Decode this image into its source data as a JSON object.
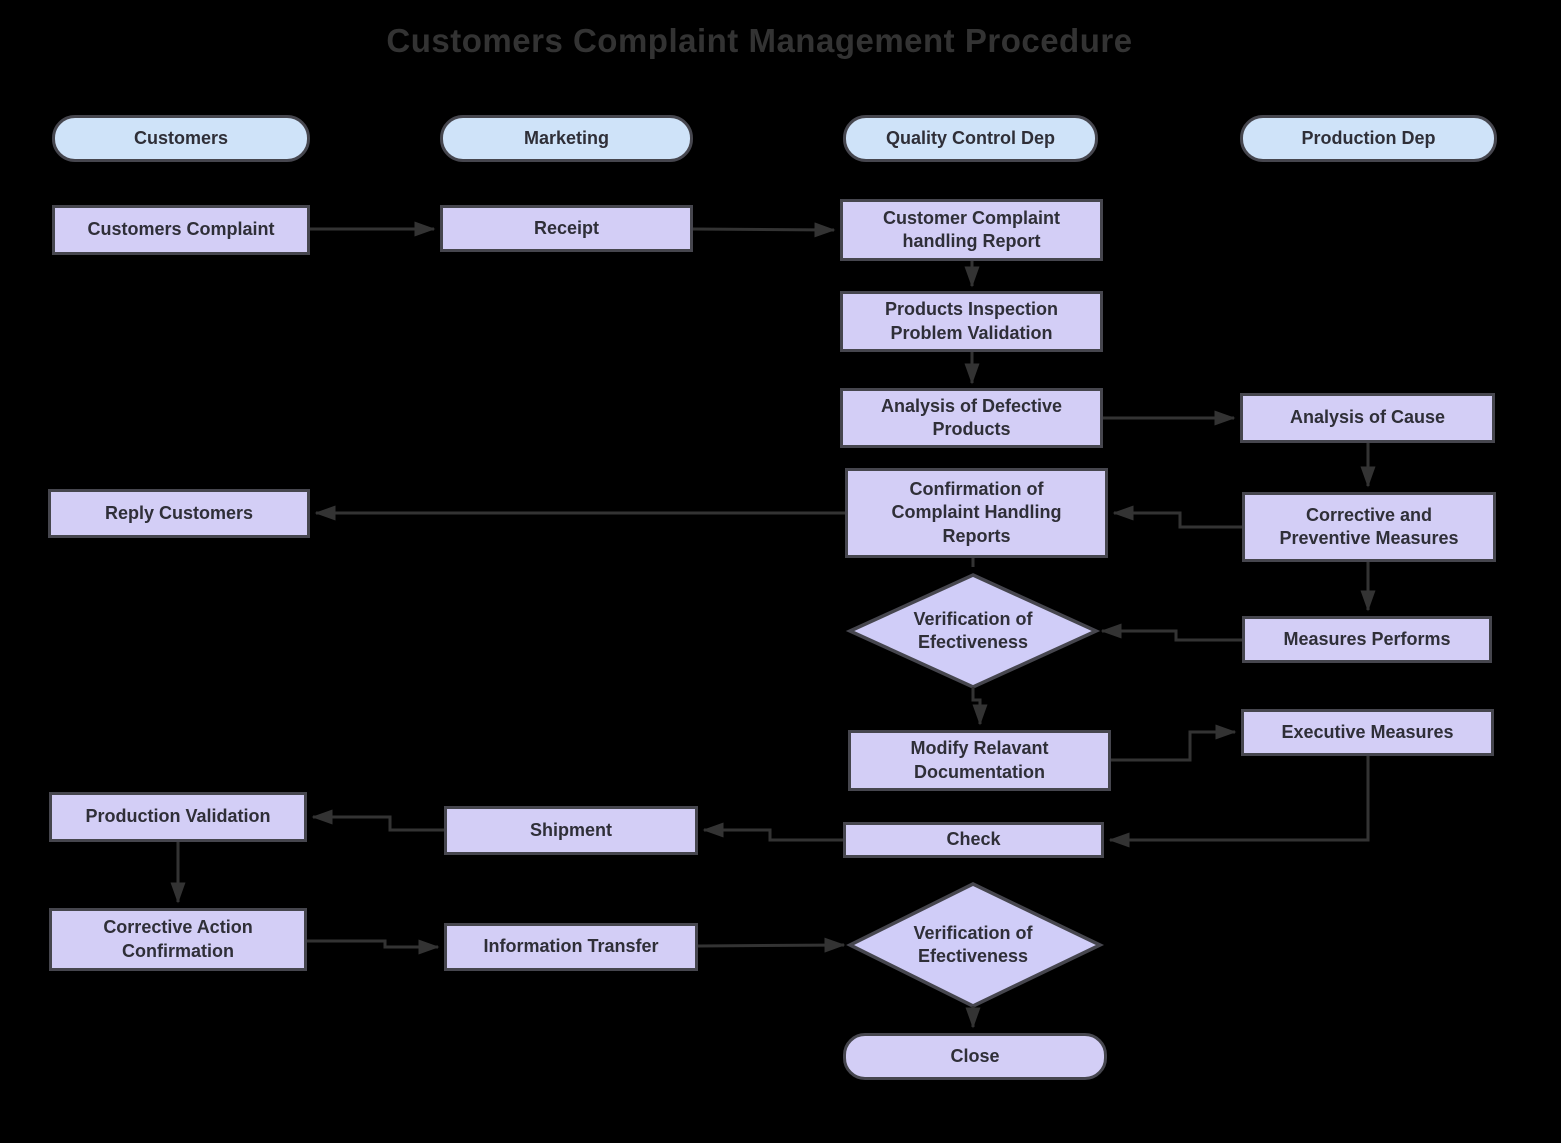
{
  "title": "Customers Complaint Management Procedure",
  "lanes": [
    {
      "label": "Customers"
    },
    {
      "label": "Marketing"
    },
    {
      "label": "Quality Control Dep"
    },
    {
      "label": "Production Dep"
    }
  ],
  "nodes": {
    "customers_complaint": {
      "label": "Customers Complaint",
      "type": "process"
    },
    "receipt": {
      "label": "Receipt",
      "type": "process"
    },
    "handling_report": {
      "label": "Customer Complaint handling Report",
      "type": "process"
    },
    "products_inspection": {
      "label": "Products Inspection Problem Validation",
      "type": "process"
    },
    "analysis_defective": {
      "label": "Analysis of Defective Products",
      "type": "process"
    },
    "analysis_cause": {
      "label": "Analysis of Cause",
      "type": "process"
    },
    "confirmation_reports": {
      "label": "Confirmation of Complaint Handling Reports",
      "type": "process"
    },
    "corrective_preventive": {
      "label": "Corrective and Preventive Measures",
      "type": "process"
    },
    "reply_customers": {
      "label": "Reply Customers",
      "type": "process"
    },
    "verification_1": {
      "label": "Verification of Efectiveness",
      "type": "decision"
    },
    "measures_performs": {
      "label": "Measures Performs",
      "type": "process"
    },
    "modify_documentation": {
      "label": "Modify Relavant Documentation",
      "type": "process"
    },
    "executive_measures": {
      "label": "Executive Measures",
      "type": "process"
    },
    "check": {
      "label": "Check",
      "type": "process"
    },
    "shipment": {
      "label": "Shipment",
      "type": "process"
    },
    "production_validation": {
      "label": "Production Validation",
      "type": "process"
    },
    "corrective_action": {
      "label": "Corrective Action Confirmation",
      "type": "process"
    },
    "information_transfer": {
      "label": "Information Transfer",
      "type": "process"
    },
    "verification_2": {
      "label": "Verification of Efectiveness",
      "type": "decision"
    },
    "close": {
      "label": "Close",
      "type": "terminator"
    }
  },
  "colors": {
    "background": "#000000",
    "title": "#333333",
    "lane_fill": "#cfe3f9",
    "node_fill": "#d3cef6",
    "border": "#46464e",
    "arrow": "#333333",
    "text": "#2f2f38"
  }
}
